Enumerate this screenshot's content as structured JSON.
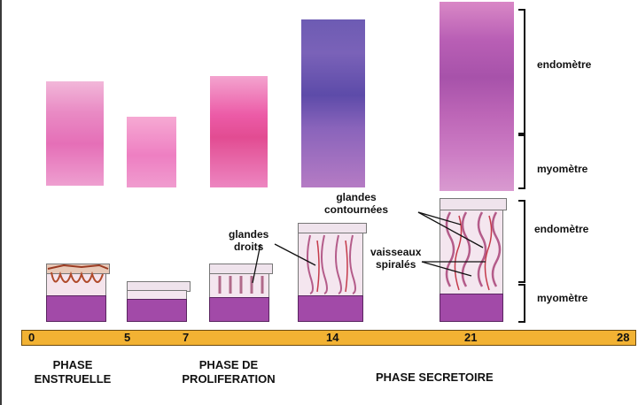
{
  "labels": {
    "endometre_top": "endomètre",
    "myometre_top": "myomètre",
    "endometre_bottom": "endomètre",
    "myometre_bottom": "myomètre",
    "glandes_droits_1": "glandes",
    "glandes_droits_2": "droits",
    "glandes_contournees_1": "glandes",
    "glandes_contournees_2": "contournées",
    "vaisseaux_1": "vaisseaux",
    "vaisseaux_2": "spiralés"
  },
  "timeline": {
    "ticks": [
      "0",
      "5",
      "7",
      "14",
      "21",
      "28"
    ],
    "color": "#f2b233"
  },
  "phases": {
    "menstruelle_1": "PHASE",
    "menstruelle_2": "ENSTRUELLE",
    "proliferation_1": "PHASE DE",
    "proliferation_2": "PROLIFERATION",
    "secretoire": "PHASE SECRETOIRE"
  }
}
